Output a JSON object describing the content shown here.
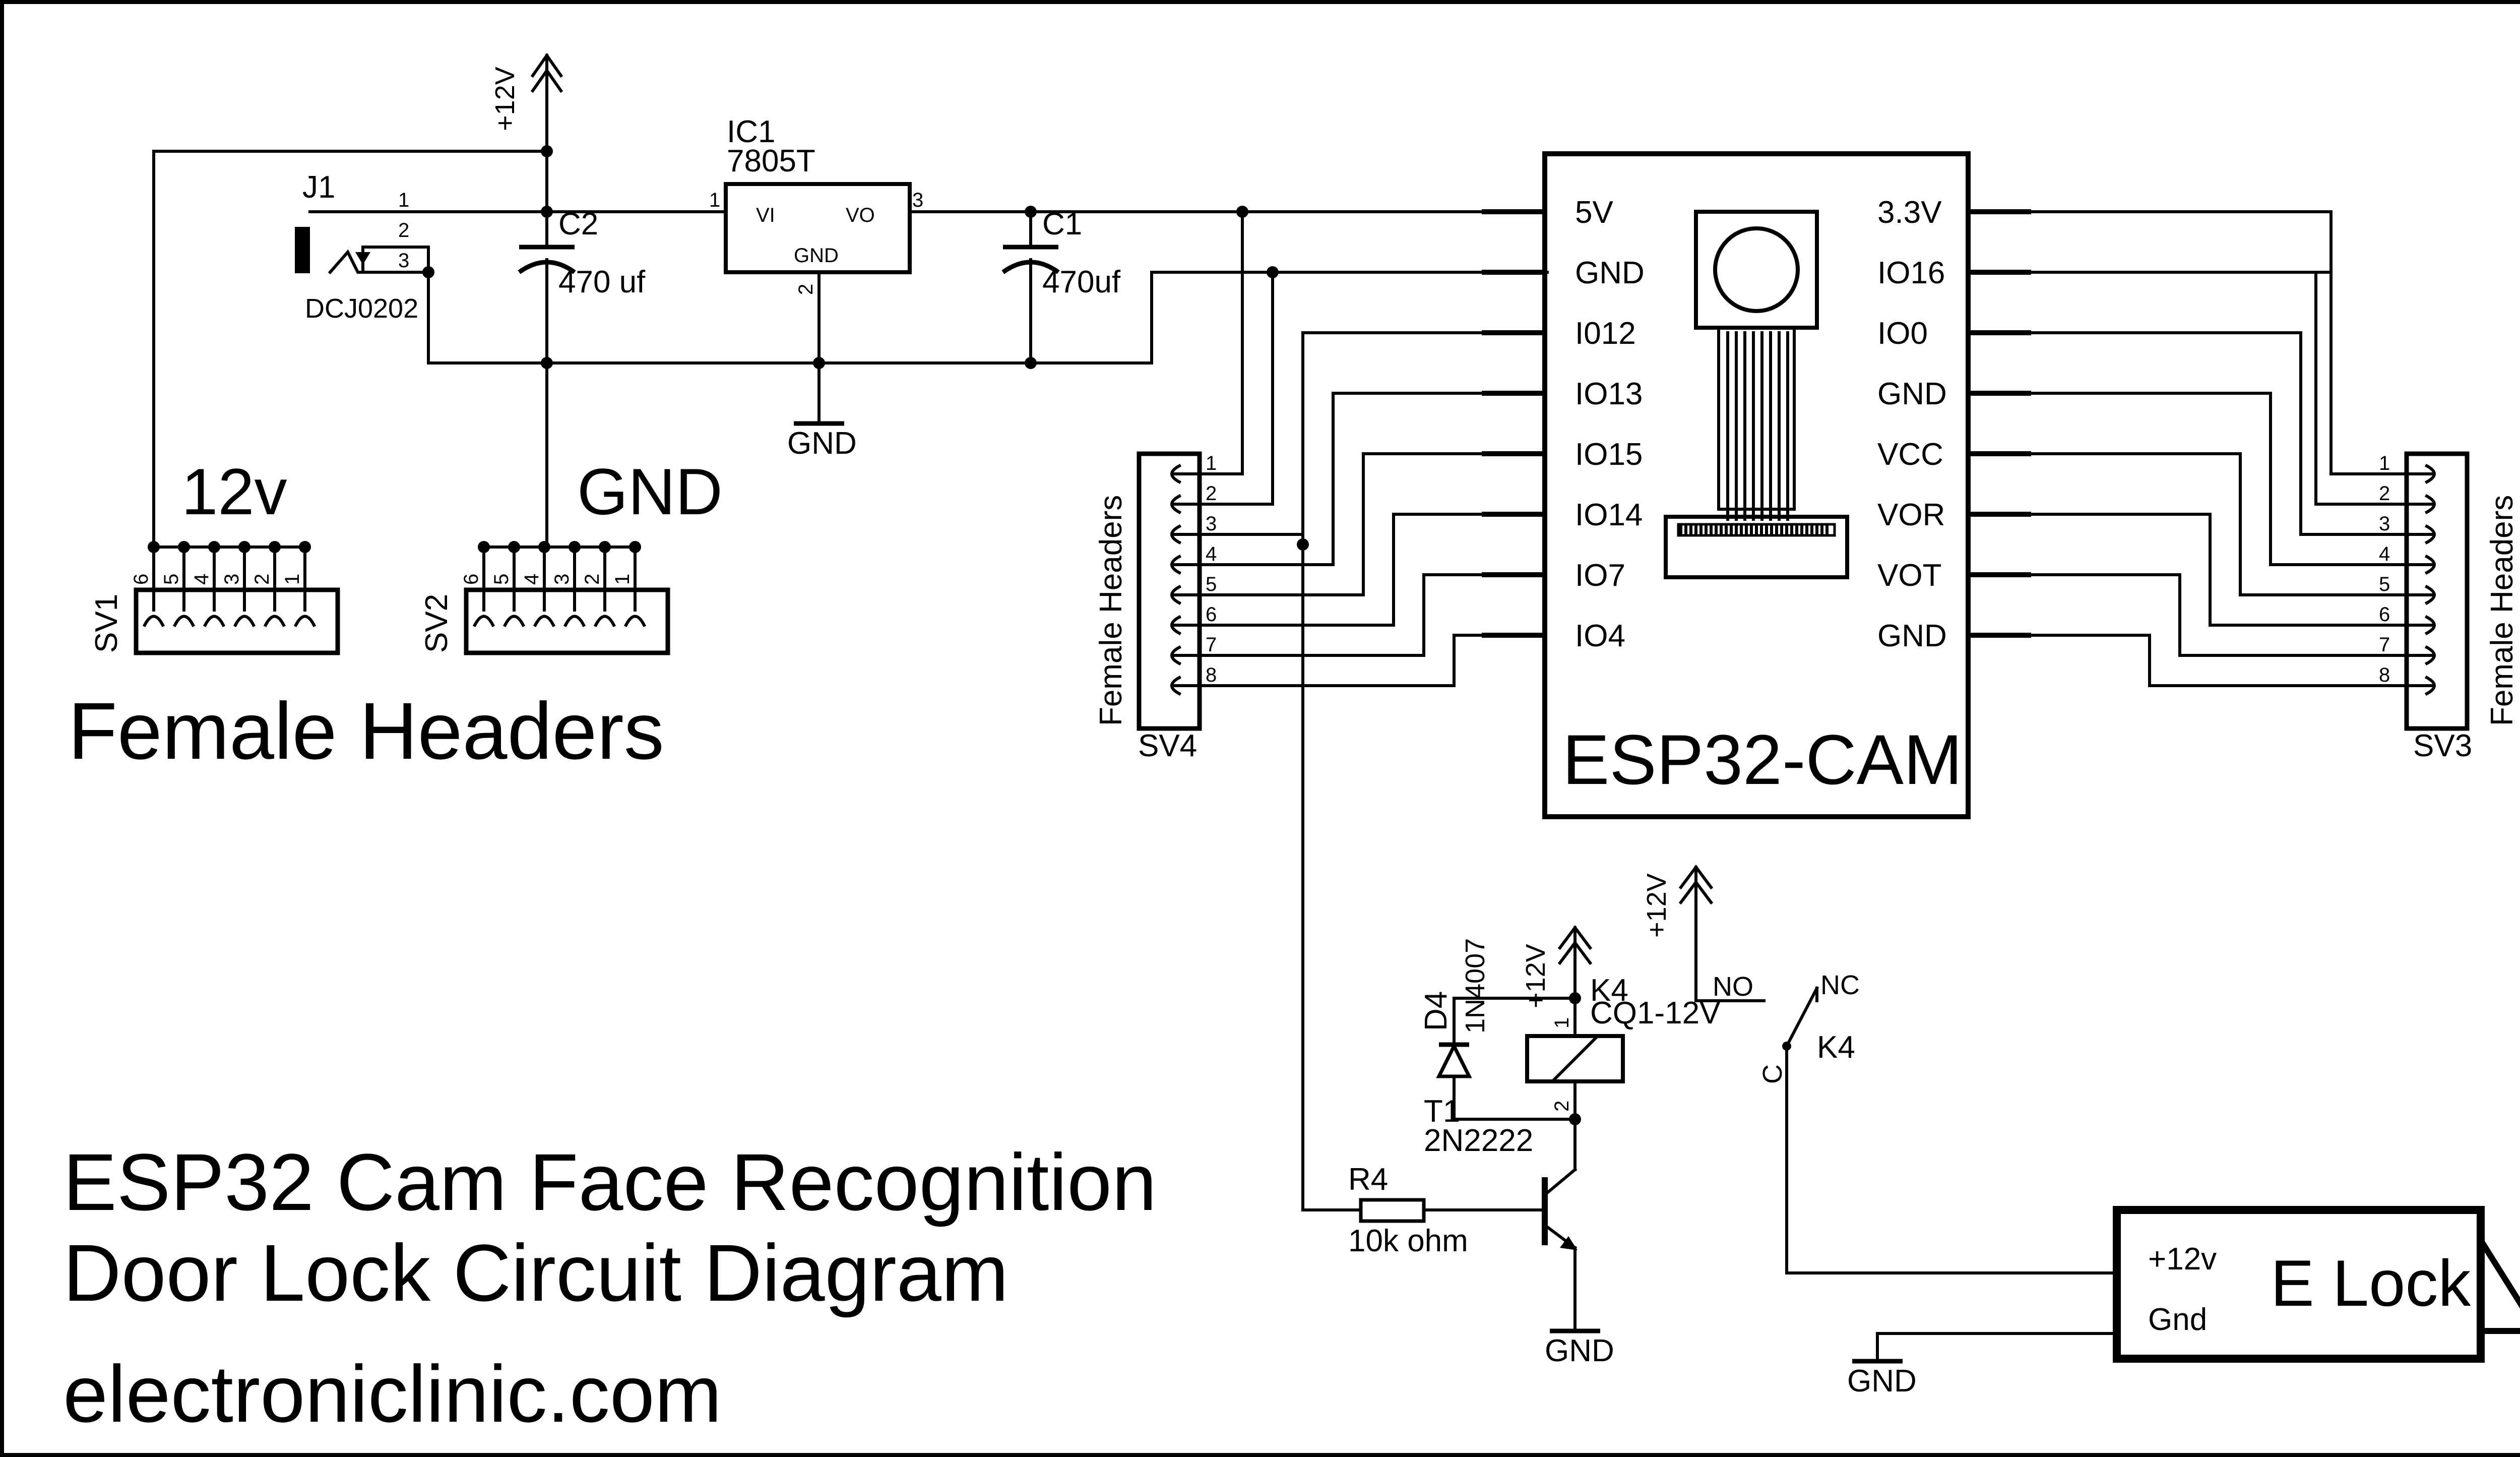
{
  "power": {
    "plus12v_top": "+12V",
    "plus12v_relay": "+12V",
    "plus12v_contact": "+12V",
    "gnd_reg": "GND",
    "gnd_transistor": "GND",
    "gnd_lock": "GND"
  },
  "jack": {
    "ref": "J1",
    "value": "DCJ0202",
    "pins": [
      "1",
      "2",
      "3"
    ]
  },
  "cap2": {
    "ref": "C2",
    "value": "470 uf"
  },
  "cap1": {
    "ref": "C1",
    "value": "470uf"
  },
  "regulator": {
    "ref": "IC1",
    "value": "7805T",
    "vi": "VI",
    "vo": "VO",
    "gnd": "GND",
    "pin1": "1",
    "pin2": "2",
    "pin3": "3"
  },
  "sv1": {
    "ref": "SV1",
    "caption": "12v",
    "pins": [
      "6",
      "5",
      "4",
      "3",
      "2",
      "1"
    ]
  },
  "sv2": {
    "ref": "SV2",
    "caption": "GND",
    "pins": [
      "6",
      "5",
      "4",
      "3",
      "2",
      "1"
    ]
  },
  "headers_caption": "Female Headers",
  "sv4": {
    "ref": "SV4",
    "label": "Female Headers",
    "pins": [
      "1",
      "2",
      "3",
      "4",
      "5",
      "6",
      "7",
      "8"
    ]
  },
  "sv3": {
    "ref": "SV3",
    "label": "Female Headers",
    "pins": [
      "1",
      "2",
      "3",
      "4",
      "5",
      "6",
      "7",
      "8"
    ]
  },
  "esp32": {
    "name": "ESP32-CAM",
    "left_pins": [
      "5V",
      "GND",
      "I012",
      "IO13",
      "IO15",
      "IO14",
      "IO7",
      "IO4"
    ],
    "right_pins": [
      "3.3V",
      "IO16",
      "IO0",
      "GND",
      "VCC",
      "VOR",
      "VOT",
      "GND"
    ]
  },
  "diode": {
    "ref": "D4",
    "value": "1N4007"
  },
  "relay": {
    "ref": "K4",
    "value": "CQ1-12V",
    "pin1": "1",
    "pin2": "2",
    "contact_ref": "K4",
    "no": "NO",
    "nc": "NC",
    "c": "C"
  },
  "transistor": {
    "ref": "T1",
    "value": "2N2222"
  },
  "resistor": {
    "ref": "R4",
    "value": "10k ohm"
  },
  "elock": {
    "name": "E Lock",
    "plus": "+12v",
    "gnd": "Gnd"
  },
  "title": {
    "line1": "ESP32 Cam Face Recognition",
    "line2": "Door Lock Circuit Diagram",
    "site": "electroniclinic.com"
  }
}
